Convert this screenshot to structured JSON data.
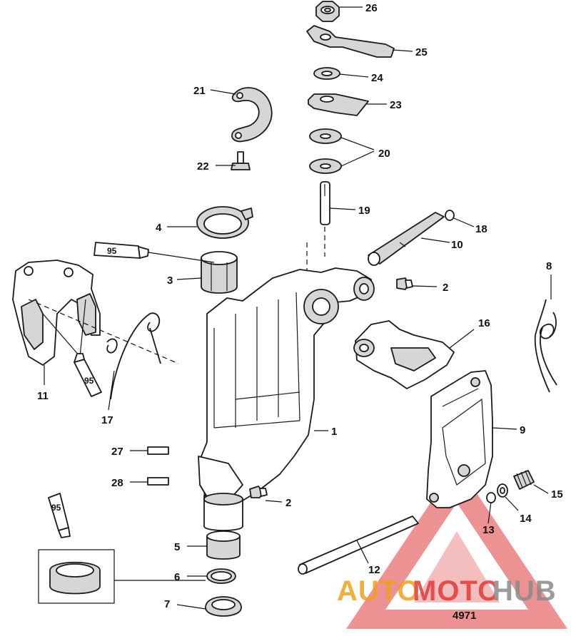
{
  "callouts": [
    {
      "id": "p26",
      "label": "26"
    },
    {
      "id": "p25",
      "label": "25"
    },
    {
      "id": "p24",
      "label": "24"
    },
    {
      "id": "p23",
      "label": "23"
    },
    {
      "id": "p21",
      "label": "21"
    },
    {
      "id": "p20",
      "label": "20"
    },
    {
      "id": "p22",
      "label": "22"
    },
    {
      "id": "p19",
      "label": "19"
    },
    {
      "id": "p18",
      "label": "18"
    },
    {
      "id": "p4",
      "label": "4"
    },
    {
      "id": "p10",
      "label": "10"
    },
    {
      "id": "p3",
      "label": "3"
    },
    {
      "id": "p2a",
      "label": "2"
    },
    {
      "id": "p8",
      "label": "8"
    },
    {
      "id": "p16",
      "label": "16"
    },
    {
      "id": "p11",
      "label": "11"
    },
    {
      "id": "p17",
      "label": "17"
    },
    {
      "id": "p1",
      "label": "1"
    },
    {
      "id": "p9",
      "label": "9"
    },
    {
      "id": "p27",
      "label": "27"
    },
    {
      "id": "p28",
      "label": "28"
    },
    {
      "id": "p2b",
      "label": "2"
    },
    {
      "id": "p15",
      "label": "15"
    },
    {
      "id": "p14",
      "label": "14"
    },
    {
      "id": "p13",
      "label": "13"
    },
    {
      "id": "p5",
      "label": "5"
    },
    {
      "id": "p12",
      "label": "12"
    },
    {
      "id": "p6",
      "label": "6"
    },
    {
      "id": "p7",
      "label": "7"
    }
  ],
  "tube_labels": {
    "tube_top": "95",
    "tube_left": "95",
    "tube_bottom": "95"
  },
  "drawing_code": "4971",
  "watermark": {
    "part1": "AUTO",
    "part2": "MOTO",
    "part3": "HUB",
    "color_orange": "#f0a020",
    "color_red": "#e03a3a",
    "color_gray": "#8a8a8a"
  }
}
